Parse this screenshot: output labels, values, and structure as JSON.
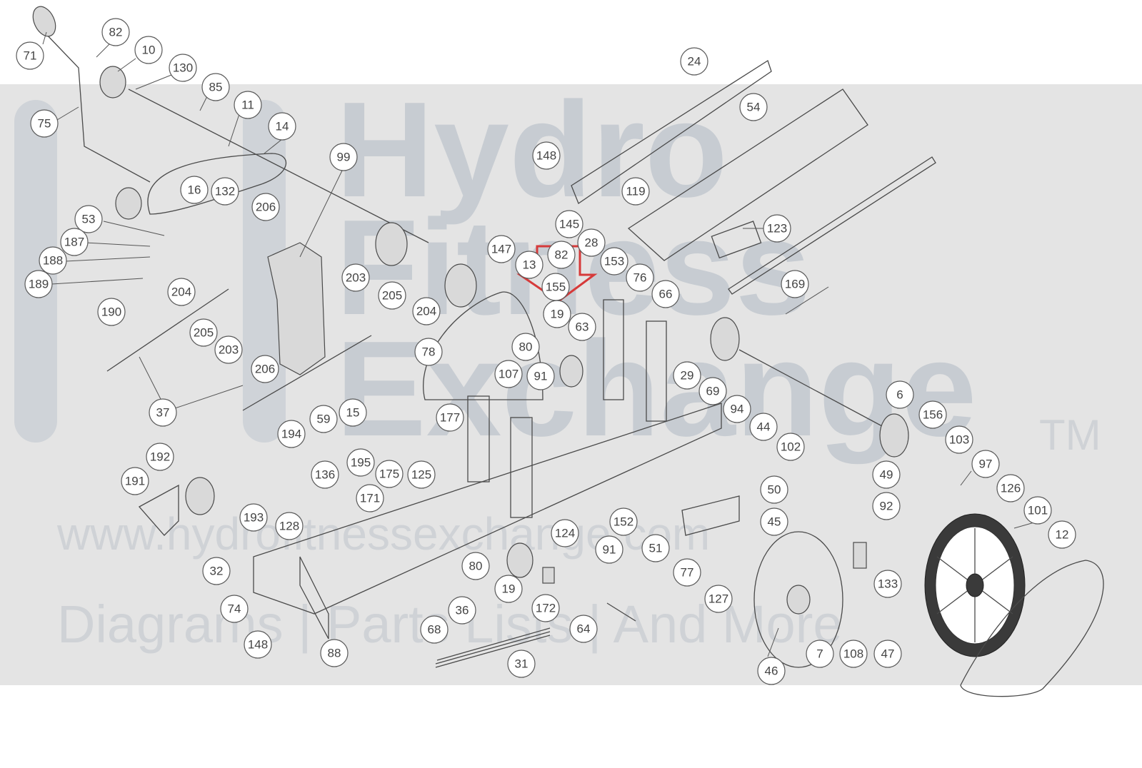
{
  "watermark": {
    "brand_line_1": "Hydro",
    "brand_line_2": "Fitness",
    "brand_line_3": "Exchange",
    "trademark": "TM",
    "url": "www.hydrofitnessexchange.com",
    "tagline": "Diagrams | Parts Lists | And More"
  },
  "highlight": {
    "color": "#d63a3a",
    "shape": "arrow-down",
    "points_to_part": "155"
  },
  "colors": {
    "line_art": "#4a4a4a",
    "callout_text": "#444444",
    "watermark_band": "#e4e4e4",
    "watermark_letters": "#c7ccd2"
  },
  "callouts": [
    "71",
    "82",
    "10",
    "130",
    "85",
    "11",
    "75",
    "14",
    "16",
    "132",
    "53",
    "187",
    "188",
    "189",
    "190",
    "99",
    "206",
    "204",
    "205",
    "203",
    "37",
    "24",
    "54",
    "148",
    "119",
    "145",
    "28",
    "153",
    "123",
    "76",
    "147",
    "13",
    "82",
    "155",
    "19",
    "63",
    "66",
    "169",
    "80",
    "107",
    "91",
    "203",
    "205",
    "204",
    "206",
    "78",
    "59",
    "15",
    "177",
    "194",
    "136",
    "195",
    "175",
    "125",
    "29",
    "69",
    "94",
    "44",
    "102",
    "6",
    "156",
    "103",
    "192",
    "191",
    "193",
    "171",
    "128",
    "32",
    "74",
    "148",
    "88",
    "68",
    "36",
    "80",
    "19",
    "172",
    "124",
    "152",
    "91",
    "51",
    "50",
    "45",
    "77",
    "127",
    "64",
    "46",
    "7",
    "108",
    "47",
    "133",
    "92",
    "49",
    "97",
    "126",
    "101",
    "12",
    "31"
  ]
}
